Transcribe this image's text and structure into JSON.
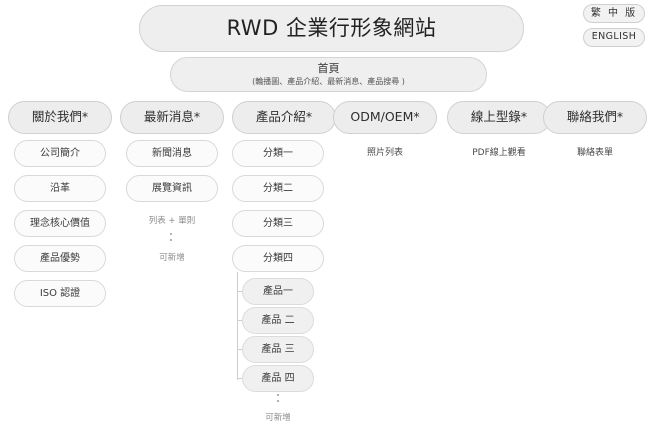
{
  "header": {
    "site_title": "RWD 企業行形象網站",
    "lang_tw": "繁 中 版",
    "lang_en": "ENGLISH"
  },
  "home": {
    "label": "首頁",
    "description": "(輪播圖、產品介紹、最新消息、產品搜尋 )"
  },
  "columns": [
    {
      "nav": "關於我們*",
      "children": [
        "公司簡介",
        "沿革",
        "理念核心價值",
        "產品優勢",
        "ISO 認證"
      ]
    },
    {
      "nav": "最新消息*",
      "children": [
        "新聞消息",
        "展覽資訊"
      ],
      "note": "列表 + 單則",
      "note_bottom": "可新增"
    },
    {
      "nav": "產品介紹*",
      "children": [
        "分類一",
        "分類二",
        "分類三",
        "分類四"
      ],
      "products": [
        "產品一",
        "產品 二",
        "產品 三",
        "產品 四"
      ],
      "note_bottom": "可新增"
    },
    {
      "nav": "ODM/OEM*",
      "note": "照片列表"
    },
    {
      "nav": "線上型錄*",
      "note": "PDF線上觀看"
    },
    {
      "nav": "聯絡我們*",
      "note": "聯絡表單"
    }
  ],
  "colors": {
    "pill_fill": "#eeeeee",
    "pill_border": "#d2d2d2",
    "text": "#333333",
    "note_text": "#8b8b8b",
    "connector": "#cfcfcf"
  }
}
